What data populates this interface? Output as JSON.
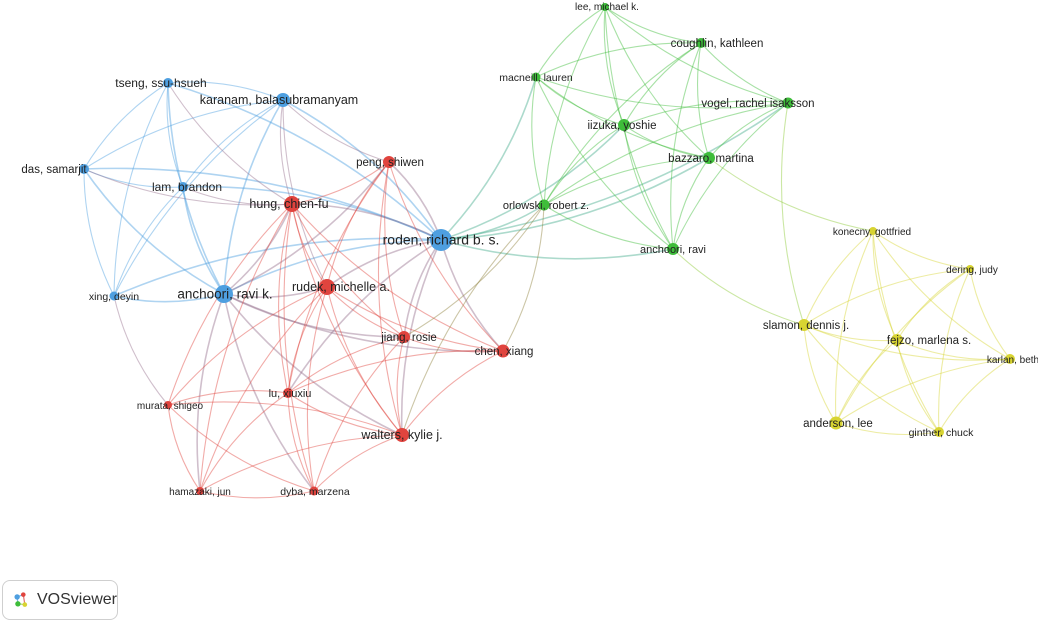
{
  "colors": {
    "blue": "#4e9fe0",
    "red": "#e0443e",
    "green": "#3ebd3a",
    "yellow": "#d8d432"
  },
  "nodes": [
    {
      "id": "roden",
      "label": "roden, richard b. s.",
      "cluster": "blue"
    },
    {
      "id": "karanam",
      "label": "karanam, balasubramanyam",
      "cluster": "blue"
    },
    {
      "id": "tseng",
      "label": "tseng, ssu-hsueh",
      "cluster": "blue"
    },
    {
      "id": "das",
      "label": "das, samarjit",
      "cluster": "blue"
    },
    {
      "id": "lam",
      "label": "lam, brandon",
      "cluster": "blue"
    },
    {
      "id": "xing",
      "label": "xing, deyin",
      "cluster": "blue"
    },
    {
      "id": "anchoori_k",
      "label": "anchoori, ravi k.",
      "cluster": "blue"
    },
    {
      "id": "hung",
      "label": "hung, chien-fu",
      "cluster": "red"
    },
    {
      "id": "peng",
      "label": "peng, shiwen",
      "cluster": "red"
    },
    {
      "id": "rudek",
      "label": "rudek, michelle a.",
      "cluster": "red"
    },
    {
      "id": "jiang",
      "label": "jiang, rosie",
      "cluster": "red"
    },
    {
      "id": "chen",
      "label": "chen, xiang",
      "cluster": "red"
    },
    {
      "id": "lu",
      "label": "lu, xiuxiu",
      "cluster": "red"
    },
    {
      "id": "walters",
      "label": "walters, kylie j.",
      "cluster": "red"
    },
    {
      "id": "murata",
      "label": "murata, shigeo",
      "cluster": "red"
    },
    {
      "id": "hamazaki",
      "label": "hamazaki, jun",
      "cluster": "red"
    },
    {
      "id": "dyba",
      "label": "dyba, marzena",
      "cluster": "red"
    },
    {
      "id": "lee",
      "label": "lee, michael k.",
      "cluster": "green"
    },
    {
      "id": "coughlin",
      "label": "coughlin, kathleen",
      "cluster": "green"
    },
    {
      "id": "macneill",
      "label": "macneill, lauren",
      "cluster": "green"
    },
    {
      "id": "vogel",
      "label": "vogel, rachel isaksson",
      "cluster": "green"
    },
    {
      "id": "iizuka",
      "label": "iizuka, yoshie",
      "cluster": "green"
    },
    {
      "id": "bazzaro",
      "label": "bazzaro, martina",
      "cluster": "green"
    },
    {
      "id": "orlowski",
      "label": "orlowski, robert z.",
      "cluster": "green"
    },
    {
      "id": "anchoori_r",
      "label": "anchoori, ravi",
      "cluster": "green"
    },
    {
      "id": "konecny",
      "label": "konecny, gottfried",
      "cluster": "yellow"
    },
    {
      "id": "dering",
      "label": "dering, judy",
      "cluster": "yellow"
    },
    {
      "id": "slamon",
      "label": "slamon, dennis j.",
      "cluster": "yellow"
    },
    {
      "id": "fejzo",
      "label": "fejzo, marlena s.",
      "cluster": "yellow"
    },
    {
      "id": "karlan",
      "label": "karlan, beth",
      "cluster": "yellow"
    },
    {
      "id": "anderson",
      "label": "anderson, lee",
      "cluster": "yellow"
    },
    {
      "id": "ginther",
      "label": "ginther, chuck",
      "cluster": "yellow"
    }
  ],
  "edges": [
    [
      "roden",
      "karanam"
    ],
    [
      "roden",
      "tseng"
    ],
    [
      "roden",
      "das"
    ],
    [
      "roden",
      "lam"
    ],
    [
      "roden",
      "xing"
    ],
    [
      "roden",
      "anchoori_k"
    ],
    [
      "roden",
      "hung"
    ],
    [
      "roden",
      "peng"
    ],
    [
      "roden",
      "rudek"
    ],
    [
      "roden",
      "jiang"
    ],
    [
      "roden",
      "chen"
    ],
    [
      "roden",
      "lu"
    ],
    [
      "roden",
      "walters"
    ],
    [
      "roden",
      "orlowski"
    ],
    [
      "roden",
      "anchoori_r"
    ],
    [
      "roden",
      "bazzaro"
    ],
    [
      "roden",
      "iizuka"
    ],
    [
      "roden",
      "vogel"
    ],
    [
      "roden",
      "macneill"
    ],
    [
      "karanam",
      "tseng"
    ],
    [
      "karanam",
      "das"
    ],
    [
      "karanam",
      "lam"
    ],
    [
      "karanam",
      "anchoori_k"
    ],
    [
      "karanam",
      "hung"
    ],
    [
      "karanam",
      "xing"
    ],
    [
      "karanam",
      "peng"
    ],
    [
      "karanam",
      "rudek"
    ],
    [
      "tseng",
      "das"
    ],
    [
      "tseng",
      "lam"
    ],
    [
      "tseng",
      "anchoori_k"
    ],
    [
      "tseng",
      "xing"
    ],
    [
      "tseng",
      "hung"
    ],
    [
      "das",
      "lam"
    ],
    [
      "das",
      "anchoori_k"
    ],
    [
      "das",
      "xing"
    ],
    [
      "das",
      "hung"
    ],
    [
      "lam",
      "anchoori_k"
    ],
    [
      "lam",
      "xing"
    ],
    [
      "lam",
      "hung"
    ],
    [
      "xing",
      "anchoori_k"
    ],
    [
      "xing",
      "murata"
    ],
    [
      "anchoori_k",
      "hung"
    ],
    [
      "anchoori_k",
      "peng"
    ],
    [
      "anchoori_k",
      "rudek"
    ],
    [
      "anchoori_k",
      "jiang"
    ],
    [
      "anchoori_k",
      "walters"
    ],
    [
      "anchoori_k",
      "chen"
    ],
    [
      "anchoori_k",
      "dyba"
    ],
    [
      "anchoori_k",
      "hamazaki"
    ],
    [
      "hung",
      "peng"
    ],
    [
      "hung",
      "rudek"
    ],
    [
      "hung",
      "jiang"
    ],
    [
      "hung",
      "chen"
    ],
    [
      "hung",
      "lu"
    ],
    [
      "hung",
      "walters"
    ],
    [
      "hung",
      "murata"
    ],
    [
      "hung",
      "hamazaki"
    ],
    [
      "hung",
      "dyba"
    ],
    [
      "peng",
      "rudek"
    ],
    [
      "peng",
      "jiang"
    ],
    [
      "peng",
      "chen"
    ],
    [
      "peng",
      "lu"
    ],
    [
      "peng",
      "walters"
    ],
    [
      "rudek",
      "jiang"
    ],
    [
      "rudek",
      "chen"
    ],
    [
      "rudek",
      "lu"
    ],
    [
      "rudek",
      "walters"
    ],
    [
      "rudek",
      "murata"
    ],
    [
      "rudek",
      "dyba"
    ],
    [
      "rudek",
      "hamazaki"
    ],
    [
      "jiang",
      "chen"
    ],
    [
      "jiang",
      "lu"
    ],
    [
      "jiang",
      "walters"
    ],
    [
      "jiang",
      "dyba"
    ],
    [
      "jiang",
      "orlowski"
    ],
    [
      "chen",
      "walters"
    ],
    [
      "chen",
      "lu"
    ],
    [
      "chen",
      "orlowski"
    ],
    [
      "lu",
      "walters"
    ],
    [
      "lu",
      "dyba"
    ],
    [
      "lu",
      "hamazaki"
    ],
    [
      "lu",
      "murata"
    ],
    [
      "walters",
      "dyba"
    ],
    [
      "walters",
      "hamazaki"
    ],
    [
      "walters",
      "murata"
    ],
    [
      "murata",
      "hamazaki"
    ],
    [
      "murata",
      "dyba"
    ],
    [
      "hamazaki",
      "dyba"
    ],
    [
      "lee",
      "coughlin"
    ],
    [
      "lee",
      "macneill"
    ],
    [
      "lee",
      "vogel"
    ],
    [
      "lee",
      "iizuka"
    ],
    [
      "lee",
      "bazzaro"
    ],
    [
      "lee",
      "orlowski"
    ],
    [
      "lee",
      "anchoori_r"
    ],
    [
      "coughlin",
      "macneill"
    ],
    [
      "coughlin",
      "vogel"
    ],
    [
      "coughlin",
      "iizuka"
    ],
    [
      "coughlin",
      "bazzaro"
    ],
    [
      "coughlin",
      "orlowski"
    ],
    [
      "coughlin",
      "anchoori_r"
    ],
    [
      "macneill",
      "vogel"
    ],
    [
      "macneill",
      "iizuka"
    ],
    [
      "macneill",
      "bazzaro"
    ],
    [
      "macneill",
      "orlowski"
    ],
    [
      "macneill",
      "anchoori_r"
    ],
    [
      "vogel",
      "iizuka"
    ],
    [
      "vogel",
      "bazzaro"
    ],
    [
      "vogel",
      "orlowski"
    ],
    [
      "vogel",
      "anchoori_r"
    ],
    [
      "vogel",
      "slamon"
    ],
    [
      "iizuka",
      "bazzaro"
    ],
    [
      "iizuka",
      "orlowski"
    ],
    [
      "iizuka",
      "anchoori_r"
    ],
    [
      "bazzaro",
      "orlowski"
    ],
    [
      "bazzaro",
      "anchoori_r"
    ],
    [
      "bazzaro",
      "konecny"
    ],
    [
      "orlowski",
      "anchoori_r"
    ],
    [
      "orlowski",
      "walters"
    ],
    [
      "anchoori_r",
      "slamon"
    ],
    [
      "konecny",
      "dering"
    ],
    [
      "konecny",
      "slamon"
    ],
    [
      "konecny",
      "fejzo"
    ],
    [
      "konecny",
      "karlan"
    ],
    [
      "konecny",
      "anderson"
    ],
    [
      "konecny",
      "ginther"
    ],
    [
      "dering",
      "slamon"
    ],
    [
      "dering",
      "fejzo"
    ],
    [
      "dering",
      "karlan"
    ],
    [
      "dering",
      "anderson"
    ],
    [
      "dering",
      "ginther"
    ],
    [
      "slamon",
      "fejzo"
    ],
    [
      "slamon",
      "karlan"
    ],
    [
      "slamon",
      "anderson"
    ],
    [
      "slamon",
      "ginther"
    ],
    [
      "fejzo",
      "karlan"
    ],
    [
      "fejzo",
      "anderson"
    ],
    [
      "fejzo",
      "ginther"
    ],
    [
      "karlan",
      "anderson"
    ],
    [
      "karlan",
      "ginther"
    ],
    [
      "anderson",
      "ginther"
    ]
  ],
  "badge": {
    "text": "VOSviewer"
  }
}
